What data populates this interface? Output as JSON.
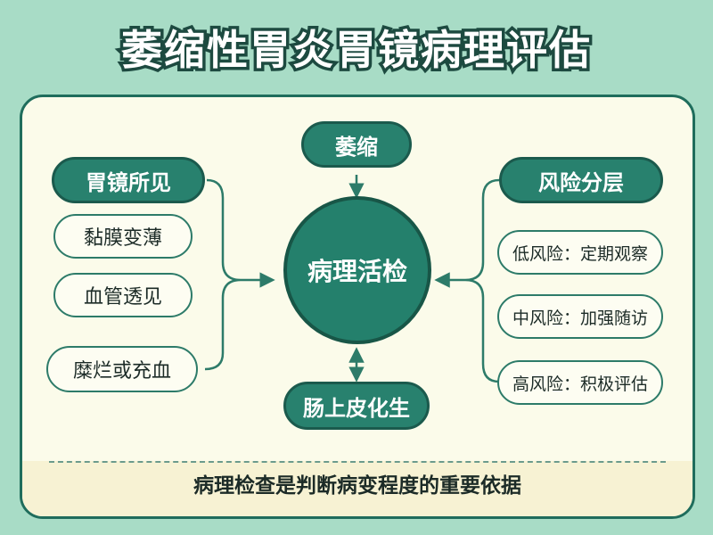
{
  "title": "萎缩性胃炎胃镜病理评估",
  "center": "病理活检",
  "top_node": "萎缩",
  "bottom_node": "肠上皮化生",
  "left_group": {
    "header": "胃镜所见",
    "items": [
      "黏膜变薄",
      "血管透见",
      "糜烂或充血"
    ]
  },
  "right_group": {
    "header": "风险分层",
    "items": [
      "低风险：定期观察",
      "中风险：加强随访",
      "高风险：积极评估"
    ]
  },
  "footer": "病理检查是判断病变程度的重要依据",
  "colors": {
    "background": "#a8dcc6",
    "dark_green": "#28816e",
    "outline": "#2d7b69",
    "panel": "#fbfbea"
  }
}
